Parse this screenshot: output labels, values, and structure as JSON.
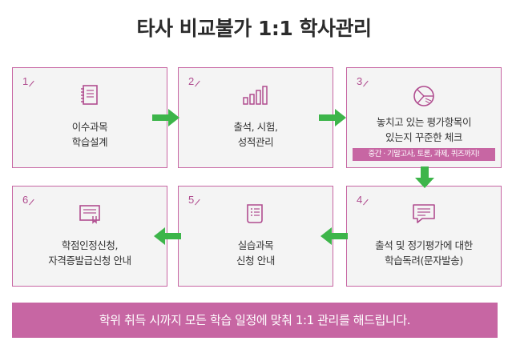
{
  "title": "타사 비교불가 1:1 학사관리",
  "steps": [
    {
      "num": "1",
      "icon": "notebook-icon",
      "lines": [
        "이수과목",
        "학습설계"
      ]
    },
    {
      "num": "2",
      "icon": "bar-chart-icon",
      "lines": [
        "출석, 시험,",
        "성적관리"
      ]
    },
    {
      "num": "3",
      "icon": "pie-chart-icon",
      "lines": [
        "놓치고 있는 평가항목이",
        "있는지 꾸준한 체크"
      ],
      "tag": "중간 · 기말고사, 토론, 과제, 퀴즈까지!"
    },
    {
      "num": "4",
      "icon": "message-icon",
      "lines": [
        "출석 및 정기평가에 대한",
        "학습독려(문자발송)"
      ]
    },
    {
      "num": "5",
      "icon": "document-list-icon",
      "lines": [
        "실습과목",
        "신청 안내"
      ]
    },
    {
      "num": "6",
      "icon": "certificate-icon",
      "lines": [
        "학점인정신청,",
        "자격증발급신청 안내"
      ]
    }
  ],
  "banner": "학위 취득 시까지 모든 학습 일정에 맞춰 1:1 관리를 해드립니다.",
  "colors": {
    "accent": "#c766a3",
    "arrow": "#3db54a",
    "card_bg": "#f4f4f4"
  }
}
